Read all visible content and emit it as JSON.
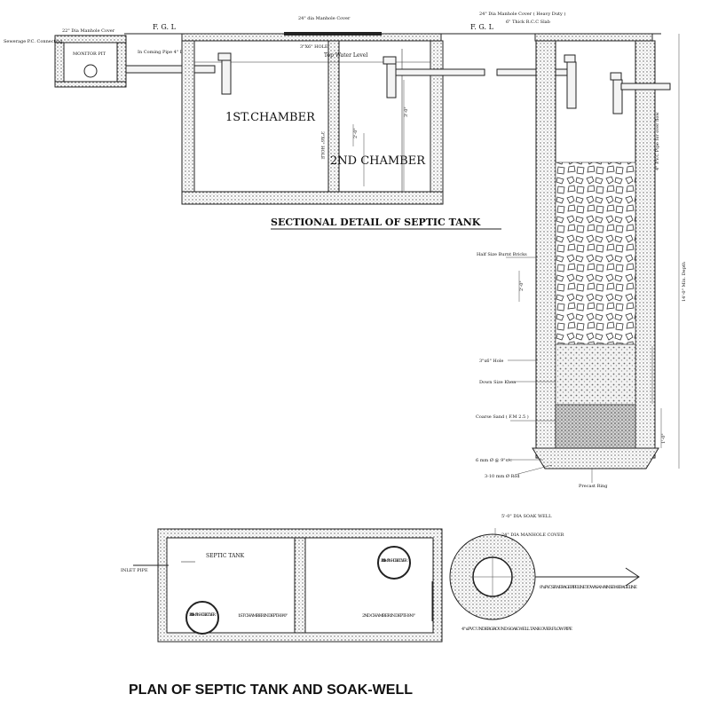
{
  "section": {
    "title": "SECTIONAL DETAIL OF SEPTIC TANK",
    "fgl_left": "F. G. L",
    "fgl_right": "F. G. L",
    "manhole_cover_top": "24\" dia Manhole Cover",
    "small_manhole_cover": "22\" Dia Manhole Cover",
    "sewer_connecting": "Sewerage P.C. Connecting",
    "monitor_pit": "MONITOR PIT",
    "incoming_pipe": "In Coming Pipe 4\" Dia",
    "hole_top": "3\"X6\" HOLE",
    "top_water_level": "Top Water Level",
    "chamber1": "1ST.CHAMBER",
    "chamber2": "2ND CHAMBER",
    "hole_side": "3\"X6\" HOLE",
    "dim_2": "2'-0\"",
    "dim_3": "3'-0\""
  },
  "soakwell_section": {
    "manhole_cover_heavy": "24\" Dia Manhole Cover ( Heavy Duty )",
    "rcc_slab": "6\" Thick R.C.C Slab",
    "pipe_note": "4\" P.V.C Pipe for over flow",
    "depth_label": "14'-0\" Min. Depth",
    "half_size_bricks": "Half Size Burnt Bricks",
    "hole_note": "3\"x6\" Hole",
    "brick_khoa": "Down Size Khoa",
    "coarse_sand": "Coarse Sand ( F.M 2.5 )",
    "ring_bar": "6 mm Ø @ 9\"c/c",
    "rod_note": "3-10 mm Ø Rod",
    "precast_ring": "Precast Ring",
    "dim_2": "2'-0\"",
    "dim_1": "1'-0\""
  },
  "plan": {
    "title": "PLAN OF SEPTIC TANK AND SOAK-WELL",
    "inlet_pipe": "INLET PIPE",
    "septic_tank": "SEPTIC TANK",
    "manhole_cover_1": "2'-0\" dia MANHOLE COVER",
    "manhole_cover_2": "2'-0\" dia MANHOLE COVER",
    "chamber1_note": "1ST CHAMBER IN DEPTH 8'-0\"",
    "chamber2_note": "2ND CHAMBER IN DEPTH 8'-0\"",
    "soak_well": "5'-0\" DIA SOAK WELL",
    "soak_cover": "24\" DIA MANHOLE COVER",
    "sewerage_line": "8\" uPVC SEWERAGE PIPE LINE TO WASA MAIN SEWERAGE LINE",
    "overflow_pipe": "4\" uPVC UNDERGROUND SOAK WELL TANK OVER FLOW PIPE"
  }
}
